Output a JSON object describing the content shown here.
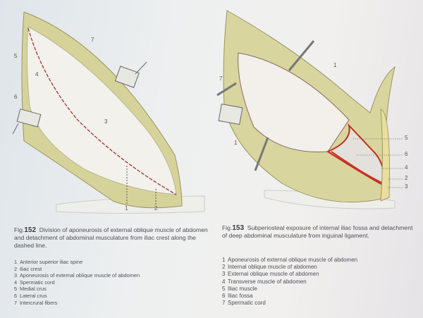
{
  "figure152": {
    "fig_prefix": "Fig.",
    "number": "152",
    "caption": "Division of aponeurosis of external oblique muscle of abdomen and detachment of abdominal musculature from iliac crest along the dashed line.",
    "labels": [
      "1",
      "2",
      "3",
      "4",
      "5",
      "6",
      "7"
    ],
    "legend": [
      {
        "n": "1",
        "text": "Anterior superior iliac spine"
      },
      {
        "n": "2",
        "text": "Iliac crest"
      },
      {
        "n": "3",
        "text": "Aponeurosis of external oblique muscle of abdomen"
      },
      {
        "n": "4",
        "text": "Spermatic cord"
      },
      {
        "n": "5",
        "text": "Medial crus"
      },
      {
        "n": "6",
        "text": "Lateral crus"
      },
      {
        "n": "7",
        "text": "Intercrural fibers"
      }
    ]
  },
  "figure153": {
    "fig_prefix": "Fig.",
    "number": "153",
    "caption": "Subperiosteal exposure of internal iliac fossa and detachment of deep abdominal musculature from inguinal ligament.",
    "labels": [
      "1",
      "7",
      "1",
      "5",
      "6",
      "4",
      "2",
      "3"
    ],
    "legend": [
      {
        "n": "1",
        "text": "Aponeurosis of external oblique muscle of abdomen"
      },
      {
        "n": "2",
        "text": "Internal oblique muscle of abdomen"
      },
      {
        "n": "3",
        "text": "External oblique muscle of abdomen"
      },
      {
        "n": "4",
        "text": "Transverse muscle of abdomen"
      },
      {
        "n": "5",
        "text": "Iliac muscle"
      },
      {
        "n": "6",
        "text": "Iliac fossa"
      },
      {
        "n": "7",
        "text": "Spermatic cord"
      }
    ]
  }
}
